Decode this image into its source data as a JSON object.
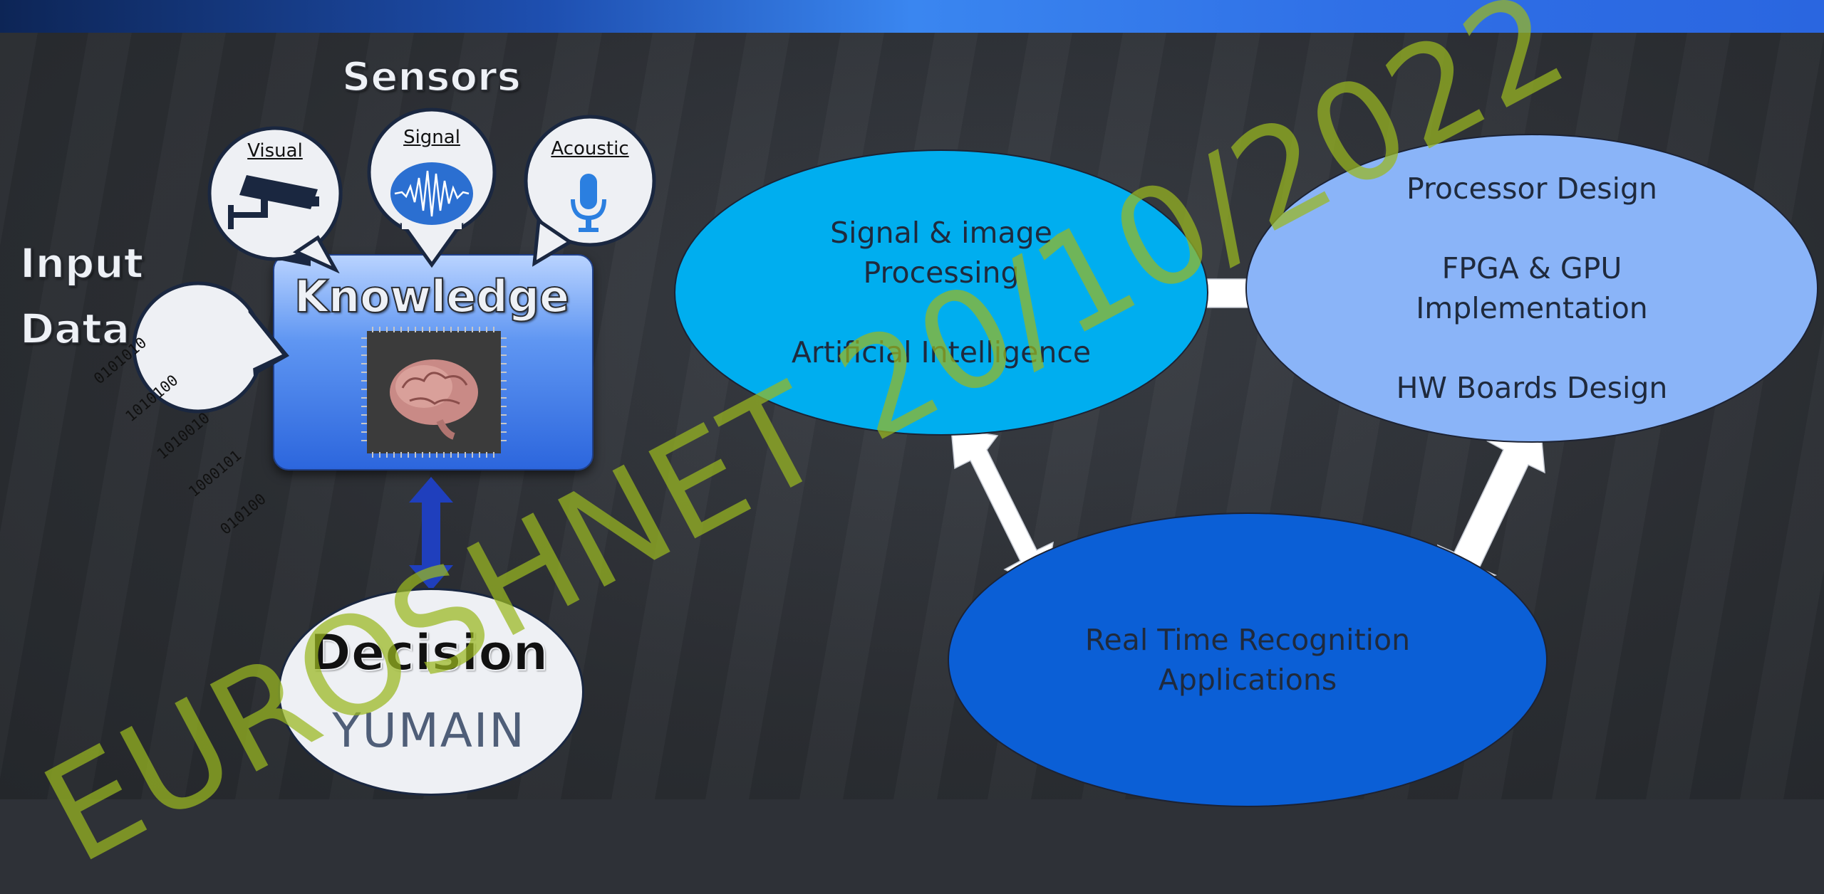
{
  "sensors_title": "Sensors",
  "input_title": [
    "Input",
    "Data"
  ],
  "knowledge_title": "Knowledge",
  "decision_title": "Decision",
  "logo_text": "YUMAIN",
  "bubbles": {
    "visual": "Visual",
    "signal": "Signal",
    "acoustic": "Acoustic"
  },
  "binary_lines": [
    "0101010",
    "1010100",
    "1010010",
    "1000101",
    "010100"
  ],
  "ellipses": {
    "signal_processing": {
      "line1": "Signal & image",
      "line2": "Processing",
      "line3": "Artificial Intelligence"
    },
    "hardware": {
      "line1": "Processor Design",
      "line2": "FPGA & GPU",
      "line3": "Implementation",
      "line4": "HW Boards Design"
    },
    "applications": {
      "line1": "Real Time Recognition",
      "line2": "Applications"
    }
  },
  "watermark": "EUROSHNET 20/10/2022",
  "colors": {
    "top_bar": "#2f6fe6",
    "ellipse_signal": "#00aeef",
    "ellipse_hardware": "#8ab4f8",
    "ellipse_applications": "#0b5fd6",
    "watermark": "#9ab820"
  }
}
